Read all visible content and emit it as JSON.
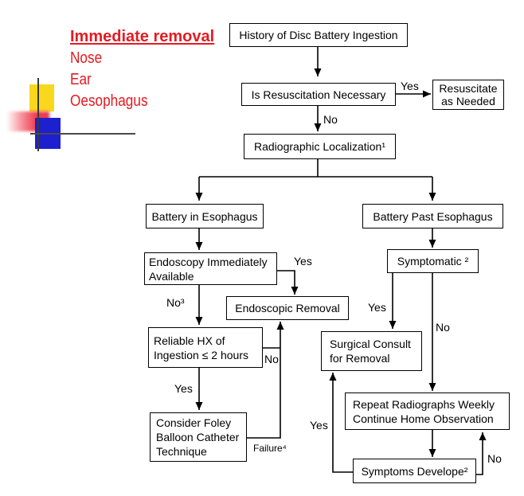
{
  "legend": {
    "heading": "Immediate removal",
    "items": [
      "Nose",
      "Ear",
      "Oesophagus"
    ]
  },
  "flowchart": {
    "nodes": {
      "history": "History of Disc Battery Ingestion",
      "resuscitation_question": "Is Resuscitation Necessary",
      "resuscitate": "Resuscitate\nas Needed",
      "radiographic": "Radiographic Localization¹",
      "in_esophagus": "Battery in Esophagus",
      "past_esophagus": "Battery Past Esophagus",
      "endoscopy_available": "Endoscopy Immediately\nAvailable",
      "symptomatic": "Symptomatic ²",
      "endoscopic_removal": "Endoscopic Removal",
      "reliable_hx": "Reliable HX of\nIngestion ≤ 2 hours",
      "foley": "Consider Foley\nBalloon Catheter\nTechnique",
      "surgical_consult": "Surgical Consult\nfor Removal",
      "repeat_radiographs": "Repeat Radiographs Weekly\nContinue Home Observation",
      "symptoms_develop": "Symptoms Develope²"
    },
    "edge_labels": {
      "resuscitation_yes": "Yes",
      "resuscitation_no": "No",
      "endoscopy_yes": "Yes",
      "endoscopy_no": "No³",
      "reliable_hx_no": "No",
      "reliable_hx_yes": "Yes",
      "foley_failure": "Failure⁴",
      "symptomatic_yes": "Yes",
      "symptomatic_no": "No",
      "symptoms_yes": "Yes",
      "symptoms_no": "No"
    }
  },
  "colors": {
    "legend_red": "#e31b23",
    "decor_yellow": "#f9d71c",
    "decor_red": "#ef3b4b",
    "decor_blue": "#1d20cf"
  }
}
